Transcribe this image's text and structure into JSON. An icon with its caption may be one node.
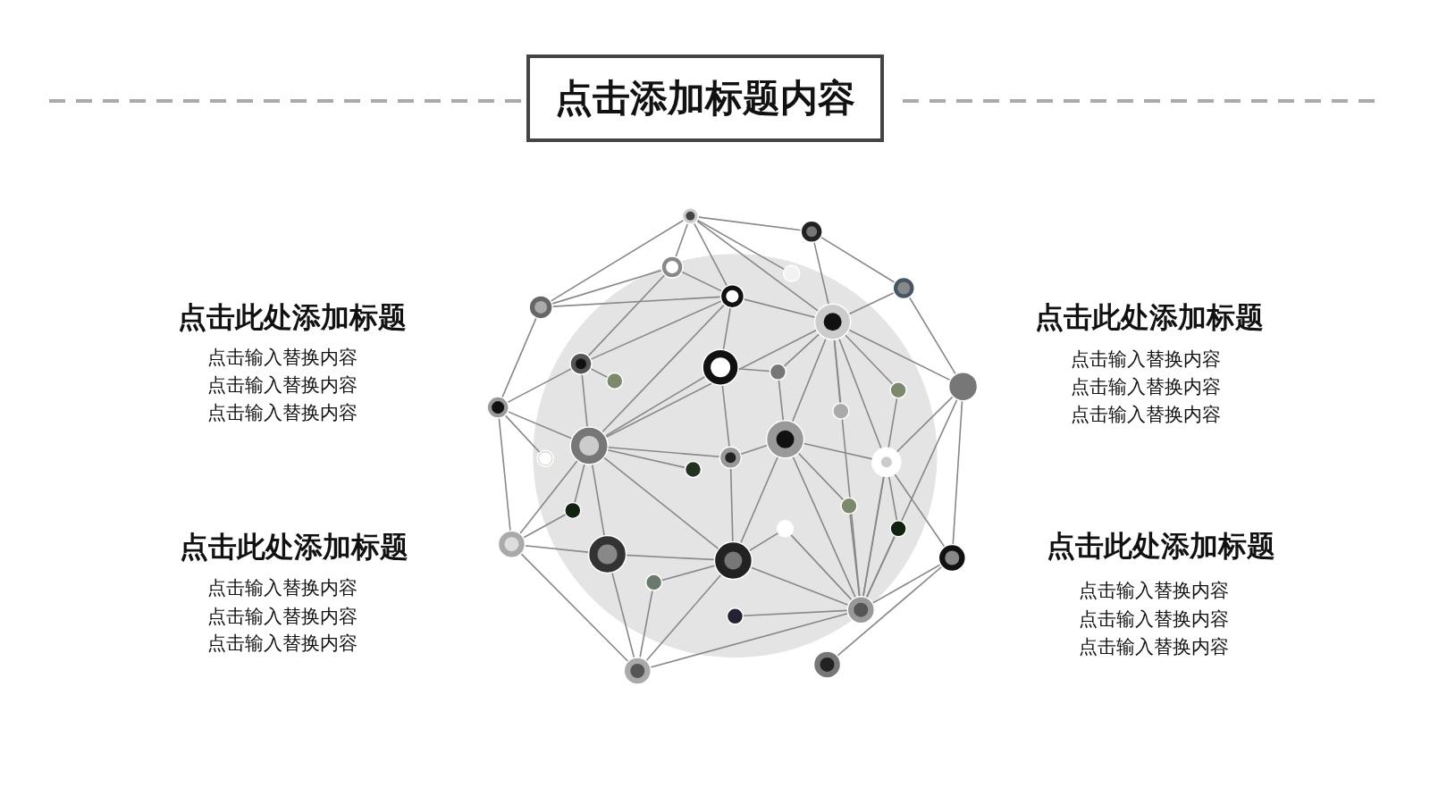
{
  "diagram": {
    "title": "点击添加标题内容",
    "labels": [
      "点击此处添加标题",
      "点击输入替换内容",
      "点击输入替换内容",
      "点击输入替换内容",
      "点击此处添加标题",
      "点击输入替换内容",
      "点击输入替换内容",
      "点击输入替换内容",
      "点击此处添加标题",
      "点击输入替换内容",
      "点击输入替换内容",
      "点击输入替换内容",
      "点击此处添加标题",
      "点击输入替换内容",
      "点击输入替换内容",
      "点击输入替换内容"
    ]
  }
}
